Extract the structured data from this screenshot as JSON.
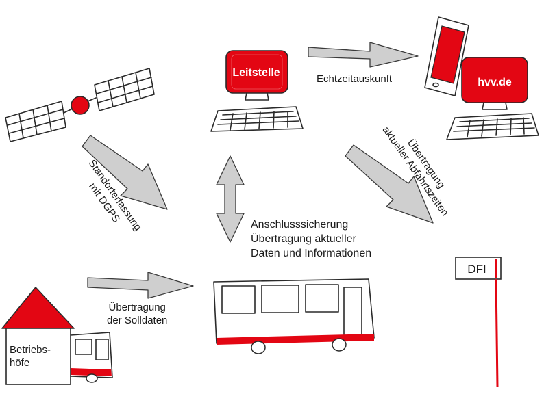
{
  "nodes": {
    "control_center": "Leitstelle",
    "website": "hvv.de",
    "depot_line1": "Betriebs-",
    "depot_line2": "höfe",
    "display": "DFI"
  },
  "edges": {
    "realtime": "Echtzeitauskunft",
    "gps_line1": "Standorterfassung",
    "gps_line2": "mit DGPS",
    "departures_line1": "Übertragung",
    "departures_line2": "aktueller Abfahrtszeiten",
    "connection_line1": "Anschlusssicherung",
    "connection_line2": "Übertragung aktueller",
    "connection_line3": "Daten und Informationen",
    "schedule_line1": "Übertragung",
    "schedule_line2": "der Solldaten"
  },
  "colors": {
    "accent": "#e30613",
    "arrow": "#cfcfcf",
    "ink": "#2a2a2a"
  }
}
